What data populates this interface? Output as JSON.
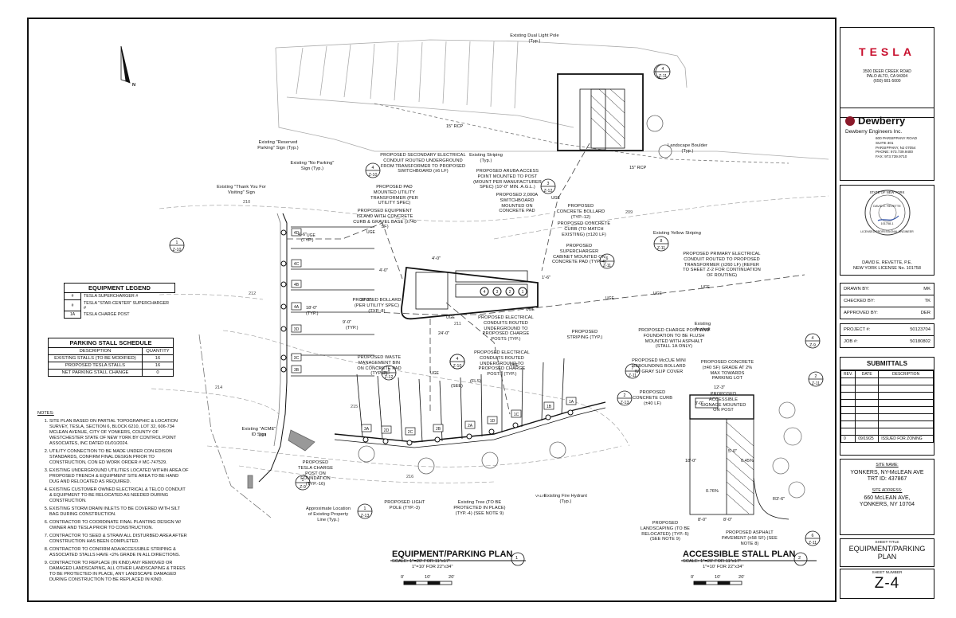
{
  "company": {
    "logo_text": "TESLA",
    "address": [
      "3500 DEER CREEK ROAD",
      "PALO ALTO, CA 94304",
      "(650) 681-5000"
    ]
  },
  "engineer": {
    "logo_text": "Dewberry",
    "name": "Dewberry Engineers Inc.",
    "address": [
      "600 PARSIPPANY ROAD",
      "SUITE 301",
      "PARSIPPANY, NJ 07054",
      "PHONE: 973.739.9400",
      "FAX: 973.739.9710"
    ]
  },
  "seal": {
    "ring_text": "STATE OF NEW YORK",
    "inner_text": "LICENSED PROFESSIONAL ENGINEER",
    "center_name": "DAVID E. REVETTE",
    "license_no": "101758-1",
    "pe_name": "DAVID E. REVETTE, P.E.",
    "pe_license": "NEW YORK LICENSE No. 101758"
  },
  "signoff": [
    {
      "label": "DRAWN BY:",
      "value": "MK"
    },
    {
      "label": "CHECKED BY:",
      "value": "TK"
    },
    {
      "label": "APPROVED BY:",
      "value": "DER"
    }
  ],
  "project": [
    {
      "label": "PROJECT #:",
      "value": "50123704"
    },
    {
      "label": "JOB #:",
      "value": "50180802"
    }
  ],
  "submittals": {
    "title": "SUBMITTALS",
    "columns": [
      "REV.",
      "DATE",
      "DESCRIPTION"
    ],
    "rows": [
      {
        "rev": "0",
        "date": "09/19/25",
        "desc": "ISSUED FOR ZONING"
      }
    ]
  },
  "site": {
    "name_label": "SITE NAME:",
    "name": [
      "YONKERS, NY-McLEAN AVE",
      "TRT ID: 437867"
    ],
    "address_label": "SITE ADDRESS:",
    "address": [
      "660 McLEAN AVE,",
      "YONKERS, NY 10704"
    ]
  },
  "sheet": {
    "title_label": "SHEET TITLE",
    "title": [
      "EQUIPMENT/PARKING",
      "PLAN"
    ],
    "number_label": "SHEET NUMBER",
    "number": "Z-4"
  },
  "legend": {
    "title": "EQUIPMENT LEGEND",
    "items": [
      {
        "sym": "#",
        "label": "TESLA SUPERCHARGER #"
      },
      {
        "sym": "#",
        "label": "TESLA \"STAR-CENTER\" SUPERCHARGER #"
      },
      {
        "sym": "1A",
        "label": "TESLA CHARGE POST"
      }
    ]
  },
  "schedule": {
    "title": "PARKING STALL SCHEDULE",
    "columns": [
      "DESCRIPTION",
      "QUANTITY"
    ],
    "rows": [
      {
        "desc": "EXISTING STALLS (TO BE MODIFIED)",
        "qty": "16"
      },
      {
        "desc": "PROPOSED TESLA STALLS",
        "qty": "16"
      },
      {
        "desc": "NET PARKING STALL CHANGE",
        "qty": "0"
      }
    ]
  },
  "notes": {
    "title": "NOTES:",
    "items": [
      "SITE PLAN BASED ON PARTIAL TOPOGRAPHIC & LOCATION SURVEY, TESLA, SECTION 6, BLOCK 6210, LOT 32, 606-734 MCLEAN AVENUE, CITY OF YONKERS, COUNTY OF WESTCHESTER STATE OF NEW YORK BY CONTROL POINT ASSOCIATES, INC DATED 01/01/2024.",
      "UTILITY CONNECTION TO BE MADE UNDER CON EDISON STANDARDS, CONFIRM FINAL DESIGN PRIOR TO CONSTRUCTION, CON ED WORK ORDER # MC-747529.",
      "EXISTING UNDERGROUND UTILITIES LOCATED WITHIN AREA OF PROPOSED TRENCH & EQUIPMENT SITE AREA TO BE HAND DUG AND RELOCATED AS REQUIRED.",
      "EXISTING CUSTOMER OWNED ELECTRICAL & TELCO CONDUIT & EQUIPMENT TO BE RELOCATED AS NEEDED DURING CONSTRUCTION.",
      "EXISTING STORM DRAIN INLETS TO BE COVERED WITH SILT BAG DURING CONSTRUCTION.",
      "CONTRACTOR TO COORDINATE FINAL PLANTING DESIGN W/ OWNER AND TESLA PRIOR TO CONSTRUCTION.",
      "CONTRACTOR TO SEED & STRAW ALL DISTURBED AREA AFTER CONSTRUCTION HAS BEEN COMPLETED.",
      "CONTRACTOR TO CONFIRM ADA/ACCESSIBLE STRIPING & ASSOCIATED STALLS HAVE <2% GRADE IN ALL DIRECTIONS.",
      "CONTRACTOR TO REPLACE (IN KIND) ANY REMOVED OR DAMAGED LANDSCAPING, ALL OTHER LANDSCAPING & TREES TO BE PROTECTED IN PLACE, ANY LANDSCAPE DAMAGED DURING CONSTRUCTION TO BE REPLACED IN KIND."
    ]
  },
  "plans": [
    {
      "title": "EQUIPMENT/PARKING PLAN",
      "scale1": "SCALE: 1\"=20' FOR 11\"x17\"",
      "scale2": "1\"=10' FOR 22\"x34\"",
      "num": "1",
      "bar": [
        "0'",
        "10'",
        "20'"
      ]
    },
    {
      "title": "ACCESSIBLE STALL PLAN",
      "scale1": "SCALE: 1\"=20' FOR 11\"x17\"",
      "scale2": "1\"=10' FOR 22\"x34\"",
      "num": "2",
      "bar": [
        "0'",
        "10'",
        "20'"
      ]
    }
  ],
  "callouts": [
    {
      "text": "Existing Dual Light Pole (Typ.)"
    },
    {
      "text": "Existing \"Reserved Parking\" Sign (Typ.)"
    },
    {
      "text": "Existing \"No Parking\" Sign (Typ.)"
    },
    {
      "text": "Existing Striping (Typ.)"
    },
    {
      "text": "Landscape Boulder (Typ.)"
    },
    {
      "text": "Existing \"Thank You For Visiting\" Sign"
    },
    {
      "text": "PROPOSED SECONDARY ELECTRICAL CONDUIT ROUTED UNDERGROUND FROM TRANSFORMER TO PROPOSED SWITCHBOARD (±6 LF)"
    },
    {
      "text": "PROPOSED ARUBA ACCESS POINT MOUNTED TO POST (MOUNT PER MANUFACTURER SPEC) (10'-0\" MIN. A.G.L.)"
    },
    {
      "text": "PROPOSED PAD MOUNTED UTILITY TRANSFORMER (PER UTILITY SPEC)"
    },
    {
      "text": "PROPOSED EQUIPMENT ISLAND WITH CONCRETE CURB & GRAVEL BASE (±740 SF)"
    },
    {
      "text": "PROPOSED 2,000A SWITCHBOARD MOUNTED ON CONCRETE PAD"
    },
    {
      "text": "PROPOSED CONCRETE BOLLARD (TYP.-12)"
    },
    {
      "text": "PROPOSED CONCRETE CURB (TO MATCH EXISTING) (±120 LF)"
    },
    {
      "text": "PROPOSED SUPERCHARGER CABINET MOUNTED ON CONCRETE PAD (TYP.-4)"
    },
    {
      "text": "Existing Yellow Striping"
    },
    {
      "text": "PROPOSED PRIMARY ELECTRICAL CONDUIT ROUTED TO PROPOSED TRANSFORMER (±260 LF) (REFER TO SHEET Z-2 FOR CONTINUATION OF ROUTING)"
    },
    {
      "text": "PROPOSED ELECTRICAL CONDUITS ROUTED UNDERGROUND TO PROPOSED CHARGE POSTS (TYP.)"
    },
    {
      "text": "PROPOSED BOLLARD (PER UTILITY SPEC) (TYP.-8)"
    },
    {
      "text": "Existing Asphalt"
    },
    {
      "text": "PROPOSED STRIPING (TYP.)"
    },
    {
      "text": "PROPOSED WASTE MANAGEMENT BIN ON CONCRETE PAD (TYP.-2)"
    },
    {
      "text": "PROPOSED ELECTRICAL CONDUITS ROUTED UNDERGROUND TO PROPOSED CHARGE POSTS (TYP.)"
    },
    {
      "text": "Existing \"ACME\" ID Sign"
    },
    {
      "text": "PROPOSED TESLA CHARGE POST ON FOUNDATION (TYP.-16)"
    },
    {
      "text": "PROPOSED LIGHT POLE (TYP.-3)"
    },
    {
      "text": "Existing Tree (TO BE PROTECTED IN PLACE) (TYP.-4) (SEE NOTE 9)"
    },
    {
      "text": "Existing Fire Hydrant (Typ.)"
    },
    {
      "text": "Approximate Location of Existing Property Line (Typ.)"
    },
    {
      "text": "PROPOSED CHARGE POST AND FOUNDATION TO BE FLUSH MOUNTED WITH ASPHALT (STALL 1A ONLY)"
    },
    {
      "text": "PROPOSED McCUE MINI REBOUNDING BOLLARD W/ GRAY SLIP COVER"
    },
    {
      "text": "PROPOSED CONCRETE (±40 SF) GRADE AT 2% MAX TOWARDS PARKING LOT"
    },
    {
      "text": "PROPOSED ACCESSIBLE SIGNAGE MOUNTED ON POST"
    },
    {
      "text": "PROPOSED CONCRETE CURB (±40 LF)"
    },
    {
      "text": "PROPOSED LANDSCAPING (TO BE RELOCATED) (TYP.-5) (SEE NOTE 9)"
    },
    {
      "text": "PROPOSED ASPHALT PAVEMENT (±58 SF) (SEE NOTE 8)"
    }
  ],
  "detail_refs": [
    "4",
    "Z-10",
    "3",
    "Z-12",
    "8",
    "Z-11",
    "6",
    "Z-11",
    "1",
    "Z-10",
    "4",
    "Z-10",
    "1",
    "Z-12",
    "1",
    "Z-9",
    "1",
    "Z-13",
    "4",
    "Z-10",
    "1",
    "Z-11",
    "4",
    "Z-9",
    "2",
    "Z-11",
    "7",
    "Z-11",
    "2",
    "Z-13",
    "6",
    "Z-11",
    "4",
    "Z-11",
    "4",
    "Z-10"
  ],
  "dims": [
    "4'-6\"",
    "(TYP.)",
    "4'-0\"",
    "4'-0\"",
    "23'-5\"",
    "18'-0\"",
    "(TYP.)",
    "9'-0\"",
    "(TYP.)",
    "1'-6\"",
    "24'-0\"",
    "(FLS)",
    "(SEE)",
    "12'-3\"",
    "3'-0\"",
    "18'-0\"",
    "8'-0\"",
    "8'-0\"",
    "5'-0\"",
    "R3'-6\"",
    "0.76%",
    "0.45%"
  ],
  "marks": {
    "uge": "UGE",
    "rcp": "15\" RCP",
    "contours": [
      "210",
      "211",
      "212",
      "213",
      "214",
      "215",
      "216",
      "209",
      "214"
    ],
    "stalls": [
      "4D",
      "4C",
      "4B",
      "4A",
      "3D",
      "3C",
      "3B",
      "3A",
      "2D",
      "2C",
      "2B",
      "2A",
      "1D",
      "1C",
      "1B",
      "1A"
    ],
    "chargers": [
      "4",
      "3",
      "2",
      "1"
    ],
    "north": "N",
    "hydrant": "VALVE"
  }
}
